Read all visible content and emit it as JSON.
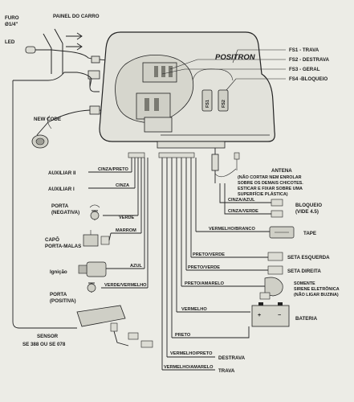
{
  "top": {
    "furo_label": "FURO",
    "furo_size": "Ø1/4\"",
    "painel_label": "PAINEL DO CARRO",
    "led_label": "LED",
    "new_code_label": "NEW CODE"
  },
  "module": {
    "brand": "POSITRON",
    "fuses": [
      {
        "label": "FS1 - TRAVA"
      },
      {
        "label": "FS2 - DESTRAVA"
      },
      {
        "label": "FS3 - GERAL"
      },
      {
        "label": "FS4 -BLOQUEIO"
      }
    ],
    "fuse_tags": [
      "FS1",
      "FS2"
    ]
  },
  "antenna": {
    "title": "ANTENA",
    "lines": [
      "(NÃO CORTAR NEM ENROLAR",
      "SOBRE OS DEMAIS CHICOTES.",
      "ESTICAR E FIXAR SOBRE UMA",
      "SUPERFÍCIE PLÁSTICA)"
    ]
  },
  "left_wires": [
    {
      "wire": "CINZA/PRETO",
      "device": "AUXILIAR II"
    },
    {
      "wire": "CINZA",
      "device": "AUXILIAR I"
    },
    {
      "wire": "VERDE",
      "device": "PORTA",
      "device2": "(NEGATIVA)"
    },
    {
      "wire": "MARROM",
      "device": "CAPÔ",
      "device2": "PORTA-MALAS"
    },
    {
      "wire": "AZUL",
      "device": "Ignição"
    },
    {
      "wire": "VERDE/VERMELHO",
      "device": "PORTA",
      "device2": "(POSITIVA)"
    }
  ],
  "sensor": {
    "label": "SENSOR",
    "model": "SE 388 OU SE 078"
  },
  "right_wires": [
    {
      "wire": "CINZA/AZUL",
      "device": "BLOQUEIO",
      "device2": "(VIDE 4.5)"
    },
    {
      "wire": "CINZA/VERDE",
      "device": ""
    },
    {
      "wire": "VERMELHO/BRANCO",
      "device": "TAPE"
    },
    {
      "wire": "PRETO/VERDE",
      "device": "SETA ESQUERDA"
    },
    {
      "wire": "PRETO/VERDE",
      "device": "SETA DIREITA"
    },
    {
      "wire": "PRETO/AMARELO",
      "device": "SOMENTE",
      "device2": "SIRENE ELETRÔNICA",
      "device3": "(NÃO LIGAR BUZINA)"
    },
    {
      "wire": "VERMELHO",
      "device": "BATERIA"
    }
  ],
  "bottom_wires": [
    {
      "wire": "PRETO",
      "device": ""
    },
    {
      "wire": "VERMELHO/PRETO",
      "device": "DESTRAVA"
    },
    {
      "wire": "VERMELHO/AMARELO",
      "device": "TRAVA"
    }
  ]
}
